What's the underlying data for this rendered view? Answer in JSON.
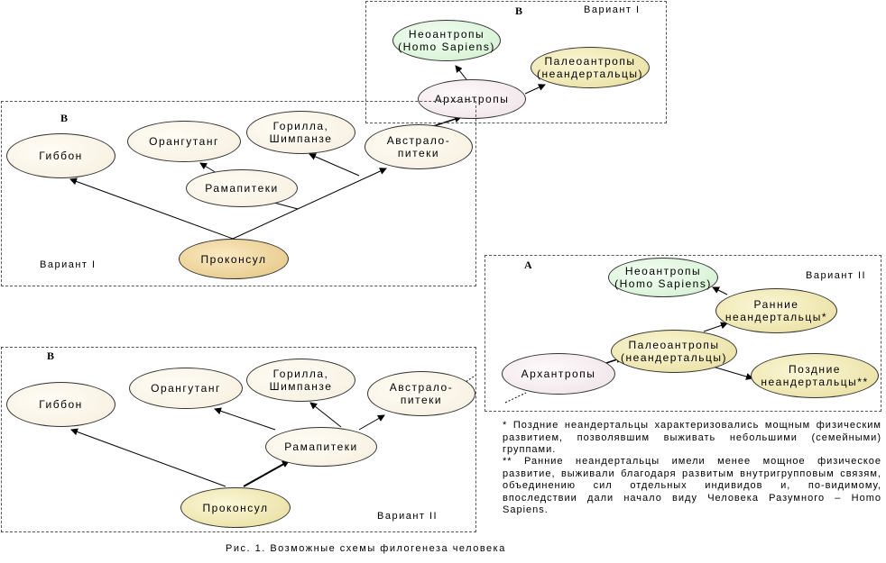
{
  "panels": {
    "top_right": {
      "letter": "В",
      "variant": "Вариант I",
      "nodes": {
        "neoanthropes": "Неоантропы\n(Homo Sapiens)",
        "paleoanthropes": "Палеоантропы\n(неандертальцы)",
        "archanthropes": "Архантропы"
      }
    },
    "top_left": {
      "letter": "В",
      "variant": "Вариант I",
      "nodes": {
        "gibbon": "Гиббон",
        "orangutan": "Орангутанг",
        "gorilla": "Горилла,\nШимпанзе",
        "australopithecus": "Австрало-\nпитеки",
        "ramapithecus": "Рамапитеки",
        "proconsul": "Проконсул"
      }
    },
    "bottom_left": {
      "letter": "В",
      "variant": "Вариант II",
      "nodes": {
        "gibbon": "Гиббон",
        "orangutan": "Орангутанг",
        "gorilla": "Горилла,\nШимпанзе",
        "australopithecus": "Австрало-\nпитеки",
        "ramapithecus": "Рамапитеки",
        "proconsul": "Проконсул"
      }
    },
    "bottom_right": {
      "letter": "А",
      "variant": "Вариант II",
      "nodes": {
        "neoanthropes": "Неоантропы\n(Homo Sapiens)",
        "early_neanderthals": "Ранние\nнеандертальцы*",
        "paleoanthropes": "Палеоантропы\n(неандертальцы)",
        "late_neanderthals": "Поздние\nнеандертальцы**",
        "archanthropes": "Архантропы"
      }
    }
  },
  "notes": {
    "note1": "* Поздние неандертальцы характеризовались мощным физическим развитием, позволявшим выживать небольшими (семейными) группами.",
    "note2": "** Ранние неандертальцы имели менее мощное физическое развитие, выживали благодаря развитым внутригрупповым связям, объединению сил отдельных индивидов и, по-видимому, впоследствии дали начало виду Человека Разумного – Homo Sapiens."
  },
  "caption": "Рис. 1. Возможные схемы филогенеза человека"
}
